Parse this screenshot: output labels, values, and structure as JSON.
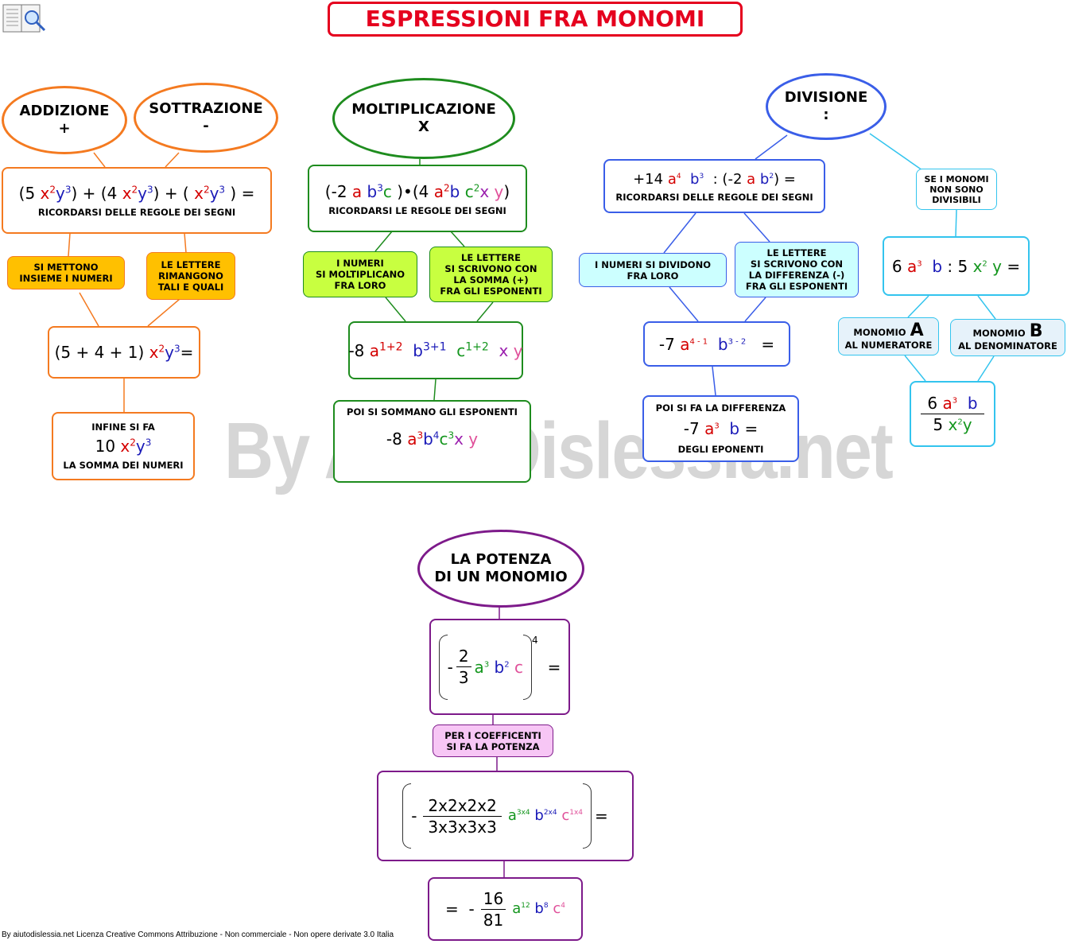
{
  "title": "ESPRESSIONI FRA MONOMI",
  "watermark": "By AiutoDislessia.net",
  "footer": "By aiutodislessia.net Licenza Creative Commons Attribuzione - Non commerciale - Non opere derivate 3.0 Italia",
  "addizione": {
    "label": "ADDIZIONE",
    "symbol": "+"
  },
  "sottrazione": {
    "label": "SOTTRAZIONE",
    "symbol": "-"
  },
  "add_box": {
    "caption": "RICORDARSI DELLE REGOLE DEI SEGNI"
  },
  "add_numeri": "SI METTONO\nINSIEME I NUMERI",
  "add_lettere": "LE LETTERE\nRIMANGONO\nTALI E QUALI",
  "add_final": {
    "top": "INFINE SI FA",
    "bottom": "LA SOMMA DEI NUMERI"
  },
  "molt": {
    "label": "MOLTIPLICAZIONE",
    "symbol": "X"
  },
  "molt_box": {
    "caption": "RICORDARSI LE REGOLE DEI SEGNI"
  },
  "molt_numeri": "I  NUMERI\nSI MOLTIPLICANO\nFRA LORO",
  "molt_lettere": "LE LETTERE\nSI SCRIVONO CON\nLA SOMMA (+)\nFRA GLI ESPONENTI",
  "molt_final": {
    "caption": "POI SI SOMMANO GLI ESPONENTI"
  },
  "div": {
    "label": "DIVISIONE",
    "symbol": ":"
  },
  "div_box": {
    "caption": "RICORDARSI DELLE REGOLE DEI SEGNI"
  },
  "div_numeri": "I  NUMERI SI DIVIDONO\nFRA LORO",
  "div_lettere": "LE LETTERE\nSI SCRIVONO CON\nLA DIFFERENZA (-)\nFRA GLI ESPONENTI",
  "div_final": {
    "top": "POI SI FA LA DIFFERENZA",
    "bottom": "DEGLI EPONENTI"
  },
  "div_nondiv": "SE I MONOMI\nNON SONO\nDIVISIBILI",
  "monomio_a": {
    "pre": "MONOMIO",
    "letter": "A",
    "post": "AL NUMERATORE"
  },
  "monomio_b": {
    "pre": "MONOMIO",
    "letter": "B",
    "post": "AL DENOMINATORE"
  },
  "potenza": {
    "label": "LA POTENZA\nDI UN MONOMIO"
  },
  "pot_coeff": "PER I COEFFICENTI\nSI FA LA POTENZA",
  "colors": {
    "orange": "#f47a20",
    "green": "#1e8c1e",
    "blue": "#3a5ee8",
    "cyan": "#33c4ee",
    "purple": "#7d1a8a",
    "yellow": "#ffc000",
    "lime": "#c8ff40",
    "lightcyan": "#ccffff",
    "pink": "#f7c6f5",
    "lightblue": "#e6f2fa",
    "red": "#e5001e"
  }
}
